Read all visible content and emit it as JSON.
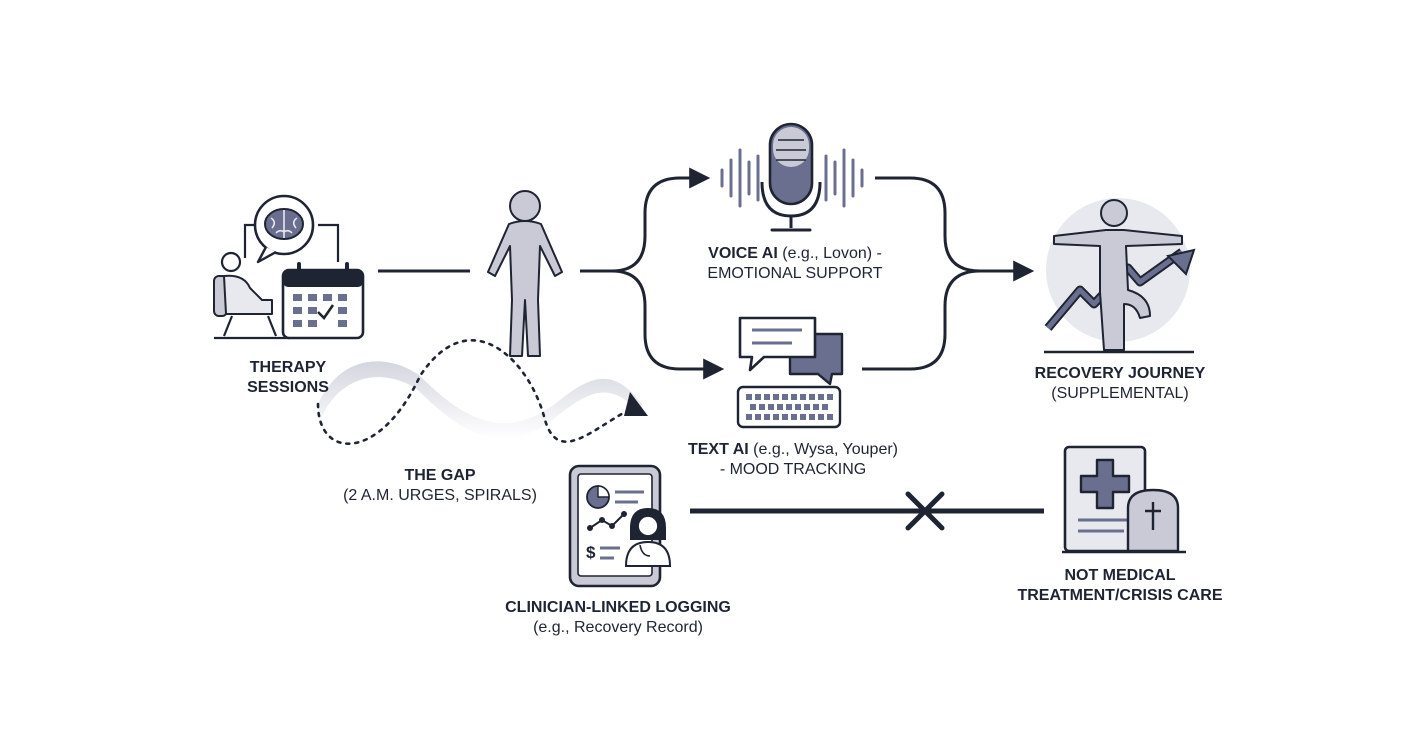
{
  "nodes": {
    "therapy": {
      "title_line1": "THERAPY",
      "title_line2": "SESSIONS"
    },
    "gap": {
      "title": "THE GAP",
      "subtitle": "(2 A.M. URGES, SPIRALS)"
    },
    "voice": {
      "title": "VOICE AI",
      "detail_line1": " (e.g., Lovon) -",
      "detail_line2": "EMOTIONAL SUPPORT"
    },
    "text": {
      "title": "TEXT AI",
      "detail_line1": " (e.g., Wysa, Youper)",
      "detail_line2": "- MOOD TRACKING"
    },
    "clinician": {
      "title": "CLINICIAN-LINKED LOGGING",
      "subtitle": "(e.g., Recovery Record)"
    },
    "recovery": {
      "title": "RECOVERY JOURNEY",
      "subtitle": "(SUPPLEMENTAL)"
    },
    "not_medical": {
      "title_line1": "NOT MEDICAL",
      "title_line2": "TREATMENT/CRISIS CARE"
    }
  },
  "colors": {
    "ink": "#1f2433",
    "accent": "#6b6f8f",
    "fill_light": "#e8e9ef",
    "fill_mid": "#c9cad6"
  }
}
